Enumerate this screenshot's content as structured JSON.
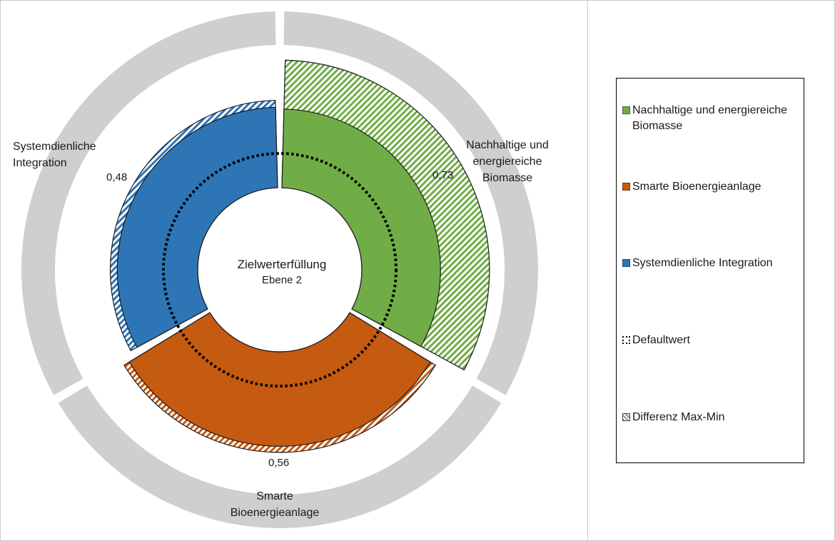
{
  "chart_data": {
    "type": "pie",
    "center_title": "Zielwerterfüllung",
    "center_subtitle": "Ebene 2",
    "segments": [
      {
        "name": "Nachhaltige und energiereiche Biomasse",
        "label": "Nachhaltige und energiereiche Biomasse",
        "value": 0.73,
        "value_label": "0,73",
        "color": "#70AD47"
      },
      {
        "name": "Smarte Bioenergieanlage",
        "label": "Smarte Bioenergieanlage",
        "value": 0.56,
        "value_label": "0,56",
        "color": "#C55A11"
      },
      {
        "name": "Systemdienliche Integration",
        "label": "Systemdienliche Integration",
        "value": 0.48,
        "value_label": "0,48",
        "color": "#2E75B6"
      }
    ],
    "outer_ring_color": "#D0CECE",
    "default_line_style": "dotted"
  },
  "legend": {
    "items": [
      {
        "label": "Nachhaltige und energiereiche Biomasse",
        "swatch": "green"
      },
      {
        "label": "Smarte Bioenergieanlage",
        "swatch": "orange"
      },
      {
        "label": "Systemdienliche Integration",
        "swatch": "blue"
      },
      {
        "label": "Defaultwert",
        "swatch": "dotted"
      },
      {
        "label": "Differenz Max-Min",
        "swatch": "hatch"
      }
    ]
  },
  "labels": {
    "seg1": "Nachhaltige und energiereiche Biomasse",
    "seg2": "Smarte Bioenergieanlage",
    "seg3": "Systemdienliche Integration",
    "val1": "0,73",
    "val2": "0,56",
    "val3": "0,48"
  }
}
